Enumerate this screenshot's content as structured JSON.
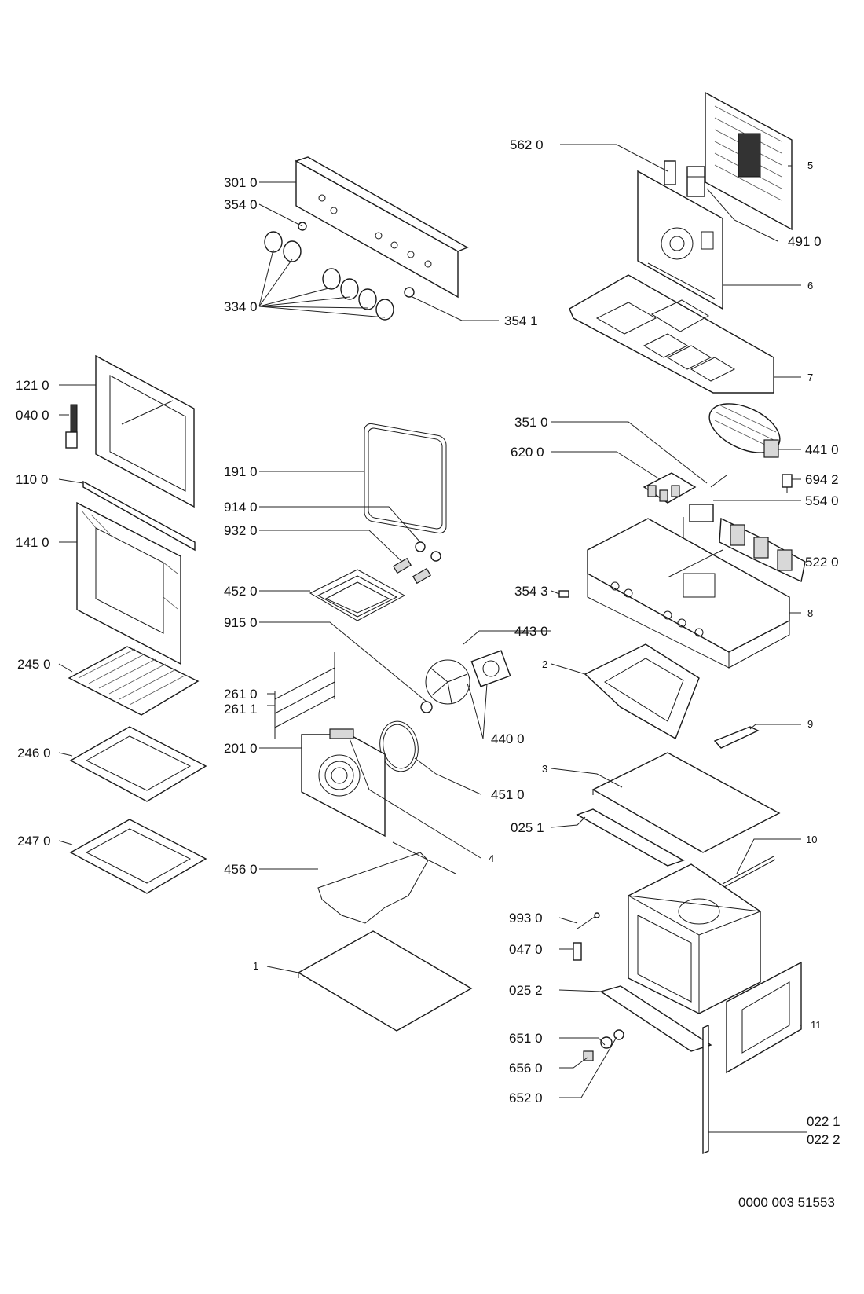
{
  "labels": {
    "l5620": "562 0",
    "l3010": "301 0",
    "l3540": "354 0",
    "l3340": "334 0",
    "l3541": "354 1",
    "l5": "5",
    "l4910": "491 0",
    "l6": "6",
    "l7": "7",
    "l1210": "121 0",
    "l0400": "040 0",
    "l1100": "110 0",
    "l1410": "141 0",
    "l1910": "191 0",
    "l9140": "914 0",
    "l9320": "932 0",
    "l4520": "452 0",
    "l9150": "915 0",
    "l3510": "351 0",
    "l6200": "620 0",
    "l4410": "441 0",
    "l6942": "694 2",
    "l5540": "554 0",
    "l5220": "522 0",
    "l3543": "354 3",
    "l8": "8",
    "l2450": "245 0",
    "l2610": "261 0",
    "l2611": "261 1",
    "l4430": "443 0",
    "l2": "2",
    "l4400": "440 0",
    "l2010": "201 0",
    "l9": "9",
    "l2460": "246 0",
    "l3": "3",
    "l4510": "451 0",
    "l0251": "025 1",
    "l10": "10",
    "l2470": "247 0",
    "l4": "4",
    "l4560": "456 0",
    "l9930": "993 0",
    "l0470": "047 0",
    "l1": "1",
    "l0252": "025 2",
    "l6510": "651 0",
    "l11": "11",
    "l6560": "656 0",
    "l6520": "652 0",
    "l0221": "022 1",
    "l0222": "022 2"
  },
  "doc_number": "0000 003 51553"
}
